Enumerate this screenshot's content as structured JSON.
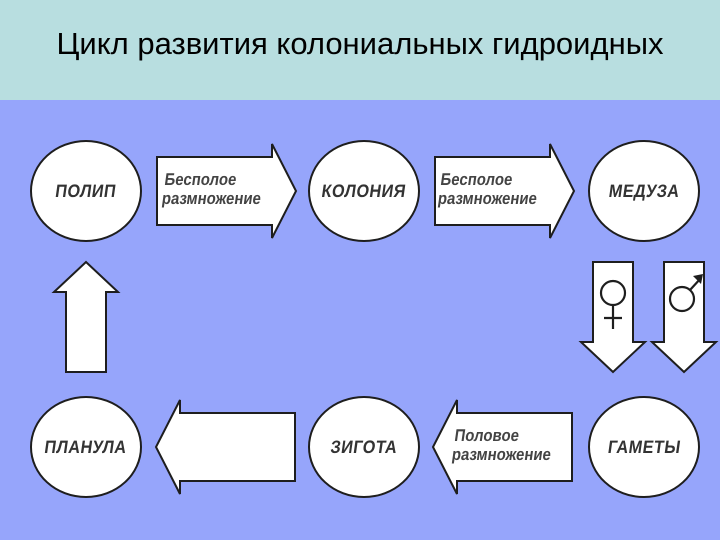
{
  "title": "Цикл развития колониальных гидроидных",
  "stages": {
    "polyp": "ПОЛИП",
    "colony": "КОЛОНИЯ",
    "medusa": "МЕДУЗА",
    "gametes": "ГАМЕТЫ",
    "zygote": "ЗИГОТА",
    "planula": "ПЛАНУЛА"
  },
  "arrows": {
    "asexual_1": [
      "Бесполое",
      "размножение"
    ],
    "asexual_2": [
      "Бесполое",
      "размножение"
    ],
    "sexual": [
      "Половое",
      "размножение"
    ]
  },
  "symbols": [
    "female-symbol",
    "male-symbol"
  ],
  "colors": {
    "title_bg": "#b8dee0",
    "diagram_bg": "#96a5fb",
    "shape_fill": "#ffffff",
    "outline": "#1e1e1e"
  }
}
